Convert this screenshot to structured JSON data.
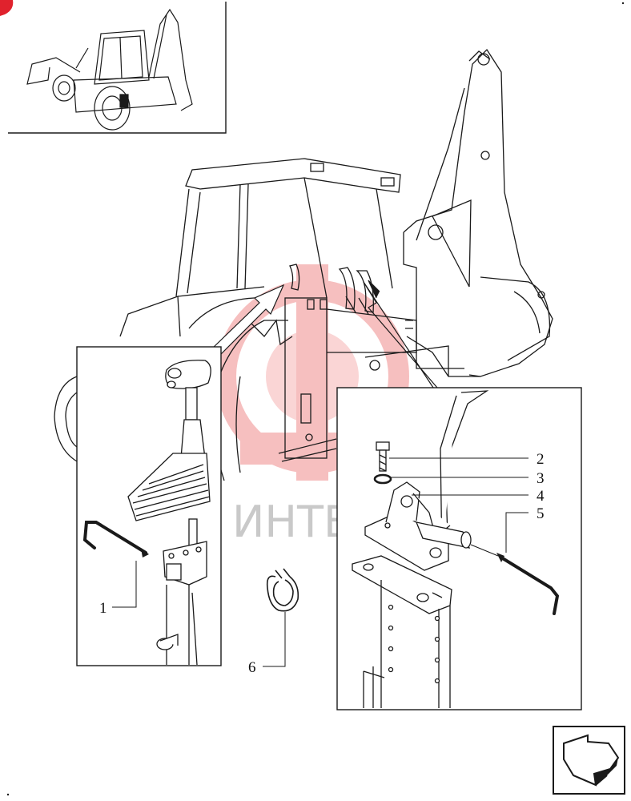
{
  "colors": {
    "line": "#1a1a1a",
    "watermark_red": "#f08b8b",
    "watermark_text": "#c9c9c9",
    "corner_mark": "#e0222d"
  },
  "watermark": {
    "text": "ИНТЕХ"
  },
  "callouts": [
    {
      "id": "1",
      "label": "1"
    },
    {
      "id": "2",
      "label": "2"
    },
    {
      "id": "3",
      "label": "3"
    },
    {
      "id": "4",
      "label": "4"
    },
    {
      "id": "5",
      "label": "5"
    },
    {
      "id": "6",
      "label": "6"
    }
  ],
  "icons": {
    "nav": "next-page-arrow-icon",
    "corner": "corner-mark-icon"
  }
}
